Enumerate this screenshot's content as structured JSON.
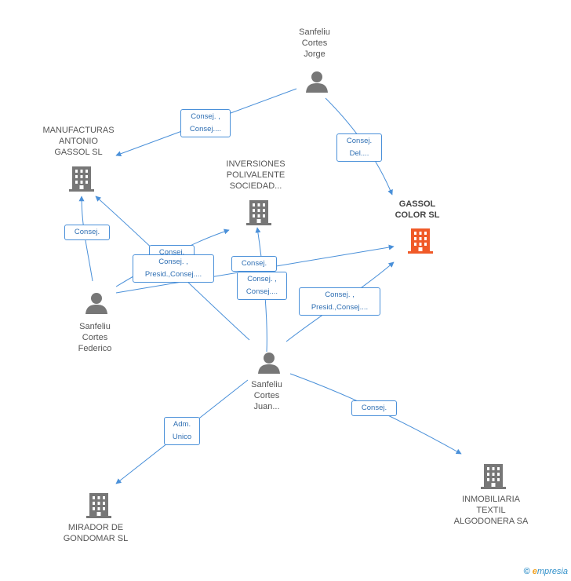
{
  "nodes": {
    "jorge": {
      "lines": [
        "Sanfeliu",
        "Cortes",
        "Jorge"
      ],
      "type": "person"
    },
    "manufacturas": {
      "lines": [
        "MANUFACTURAS",
        "ANTONIO",
        "GASSOL SL"
      ],
      "type": "company"
    },
    "inversiones": {
      "lines": [
        "INVERSIONES",
        "POLIVALENTE",
        "SOCIEDAD..."
      ],
      "type": "company"
    },
    "gassol": {
      "lines": [
        "GASSOL",
        "COLOR SL"
      ],
      "type": "company-main"
    },
    "federico": {
      "lines": [
        "Sanfeliu",
        "Cortes",
        "Federico"
      ],
      "type": "person"
    },
    "juan": {
      "lines": [
        "Sanfeliu",
        "Cortes",
        "Juan..."
      ],
      "type": "person"
    },
    "mirador": {
      "lines": [
        "MIRADOR DE",
        "GONDOMAR SL"
      ],
      "type": "company"
    },
    "inmobiliaria": {
      "lines": [
        "INMOBILIARIA",
        "TEXTIL",
        "ALGODONERA SA"
      ],
      "type": "company"
    }
  },
  "edges": {
    "jorge_manufacturas": [
      "Consej. ,",
      "Consej...."
    ],
    "jorge_gassol": [
      "Consej.",
      "Del...."
    ],
    "federico_manufacturas": [
      "Consej."
    ],
    "federico_inversiones": [
      "Consej."
    ],
    "federico_gassol": [
      "Consej. ,",
      "Presid.,Consej...."
    ],
    "juan_inversiones": [
      "Consej. ,",
      "Consej...."
    ],
    "juan_gassol": [
      "Consej."
    ],
    "juan_gassol_2": [
      "Consej. ,",
      "Presid.,Consej...."
    ],
    "juan_mirador": [
      "Adm.",
      "Unico"
    ],
    "juan_inmobiliaria": [
      "Consej."
    ]
  },
  "brand": {
    "copyright": "©",
    "first": "e",
    "rest": "mpresia"
  },
  "colors": {
    "edge": "#4a90d9",
    "icon": "#777777",
    "main_icon": "#f05a28"
  }
}
